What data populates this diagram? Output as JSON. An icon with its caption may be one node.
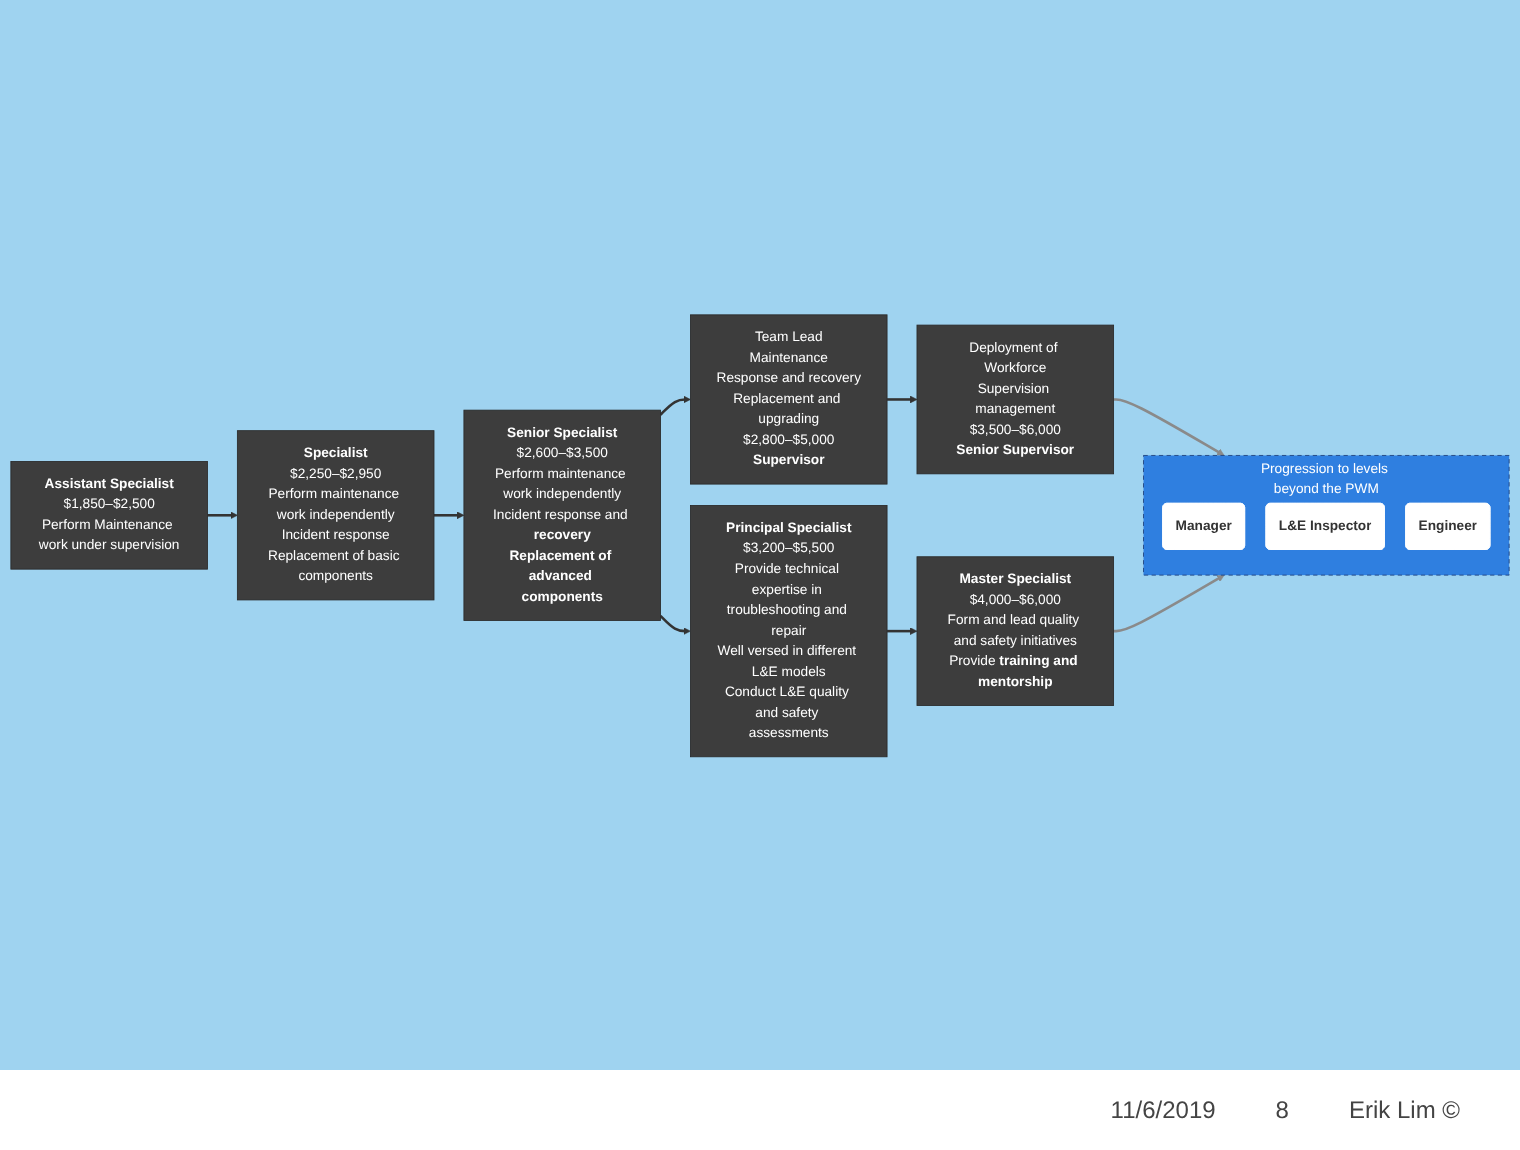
{
  "diagram": {
    "nodes": [
      {
        "text": [
          "Assistant Specialist",
          "$1,850–$2,500",
          "Perform Maintenance work under supervision"
        ]
      },
      {
        "text": [
          "Specialist",
          "$2,250–$2,950",
          "Perform maintenance work independently",
          "Incident response",
          "Replacement of basic components"
        ]
      },
      {
        "text": [
          "Senior Specialist",
          "$2,600–$3,500",
          "Perform maintenance work independently",
          "Incident response and **recovery**",
          "**Replacement of advanced components**"
        ]
      },
      {
        "text": [
          "Team Lead",
          "Maintenance",
          "Response and recovery",
          "Replacement and upgrading",
          "$2,800–$5,000",
          "Supervisor"
        ]
      },
      {
        "text": [
          "Deployment of Workforce",
          "Supervision management",
          "$3,500–$6,000",
          "Senior Supervisor"
        ]
      },
      {
        "text": [
          "Principal Specialist",
          "$3,200–$5,500",
          "Provide technical expertise in troubleshooting and repair",
          "Well versed in different L&E models",
          "Conduct L&E quality and safety assessments"
        ]
      },
      {
        "text": [
          "Master Specialist",
          "$4,000–$6,000",
          "Form and lead quality and safety initiatives",
          "Provide **training and mentorship**"
        ]
      },
      {
        "text": [
          "Progression to levels beyond the PWM"
        ]
      },
      {
        "text": [
          "Manager"
        ],
        "in": 7
      },
      {
        "text": [
          "L&E Inspector"
        ],
        "in": 7
      },
      {
        "text": [
          "Engineer"
        ],
        "in": 7
      }
    ],
    "edges": [
      {
        "from": 0,
        "to": 1,
        "arrow": "to"
      },
      {
        "from": 1,
        "to": 2,
        "arrow": "to"
      },
      {
        "from": 2,
        "to": 3,
        "arrow": "to"
      },
      {
        "from": 2,
        "to": 5,
        "arrow": "to"
      },
      {
        "from": 3,
        "to": 4,
        "arrow": "to"
      },
      {
        "from": 5,
        "to": 6,
        "arrow": "to"
      },
      {
        "from": 4,
        "to": 7,
        "arrow": "to",
        "color": "#8a8a8a"
      },
      {
        "from": 6,
        "to": 7,
        "arrow": "to",
        "color": "#8a8a8a"
      }
    ],
    "labels": [
      "11/6/2019",
      "8",
      "Erik Lim ©"
    ]
  }
}
